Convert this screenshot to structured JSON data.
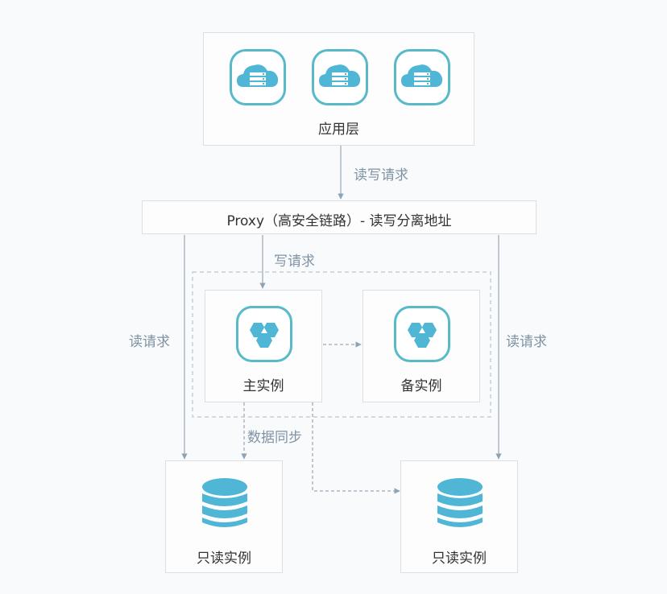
{
  "diagram": {
    "app_layer": {
      "label": "应用层",
      "icons": [
        "cloud-server-icon",
        "cloud-server-icon",
        "cloud-server-icon"
      ]
    },
    "proxy": {
      "label": "Proxy（高安全链路）- 读写分离地址"
    },
    "primary": {
      "label": "主实例",
      "icon": "instance-icon"
    },
    "standby": {
      "label": "备实例",
      "icon": "instance-icon"
    },
    "readonly_left": {
      "label": "只读实例",
      "icon": "database-icon"
    },
    "readonly_right": {
      "label": "只读实例",
      "icon": "database-icon"
    },
    "edges": {
      "app_to_proxy": "读写请求",
      "proxy_to_primary": "写请求",
      "proxy_to_readonly_left": "读请求",
      "proxy_to_readonly_right": "读请求",
      "data_sync": "数据同步"
    },
    "colors": {
      "icon_fill": "#4fb6d6",
      "icon_border": "#58b9c8",
      "arrow": "#8fa3b6",
      "edge_text": "#7f93a5"
    }
  }
}
